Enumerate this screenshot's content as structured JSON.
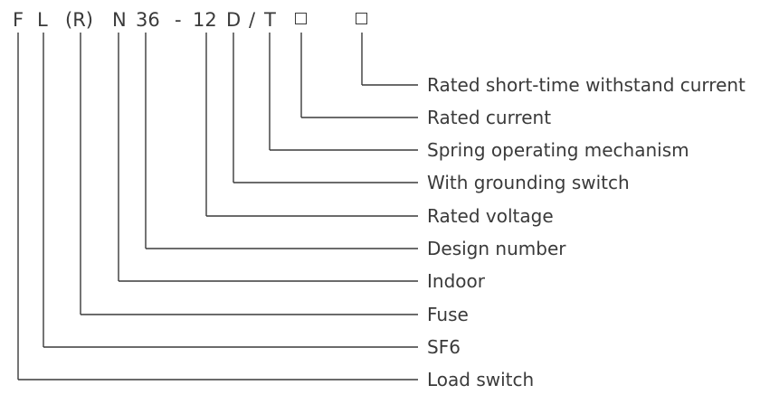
{
  "code": [
    "F",
    "L",
    "(R)",
    "N",
    "36",
    "-",
    "12",
    "D",
    "/",
    "T",
    "□",
    "□"
  ],
  "labels": [
    "Rated short-time withstand current",
    "Rated current",
    "Spring operating mechanism",
    "With grounding switch",
    "Rated voltage",
    "Design number",
    "Indoor",
    "Fuse",
    "SF6",
    "Load switch"
  ]
}
